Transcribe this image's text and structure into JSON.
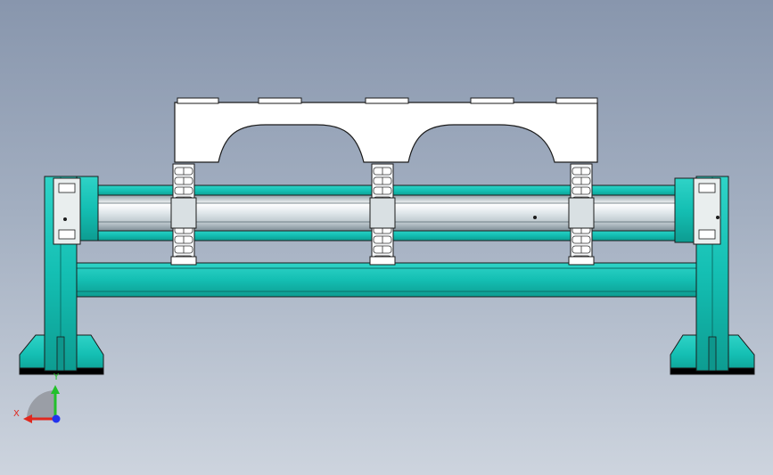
{
  "view": {
    "background_top": "#8896ad",
    "background_bottom": "#cdd4de",
    "line_color": "#1b1b1b",
    "frame_color": "#14bfb3",
    "frame_shade": "#0e968c",
    "shaft_color": "#eef2f4",
    "part_color": "#ffffff"
  },
  "triad": {
    "x_label": "X",
    "y_label": "Y",
    "x_color": "#e0281e",
    "y_color": "#22c02a",
    "z_color": "#2233ee"
  },
  "model": {
    "sprocket_count": 3,
    "bridge_lug_count": 5
  }
}
